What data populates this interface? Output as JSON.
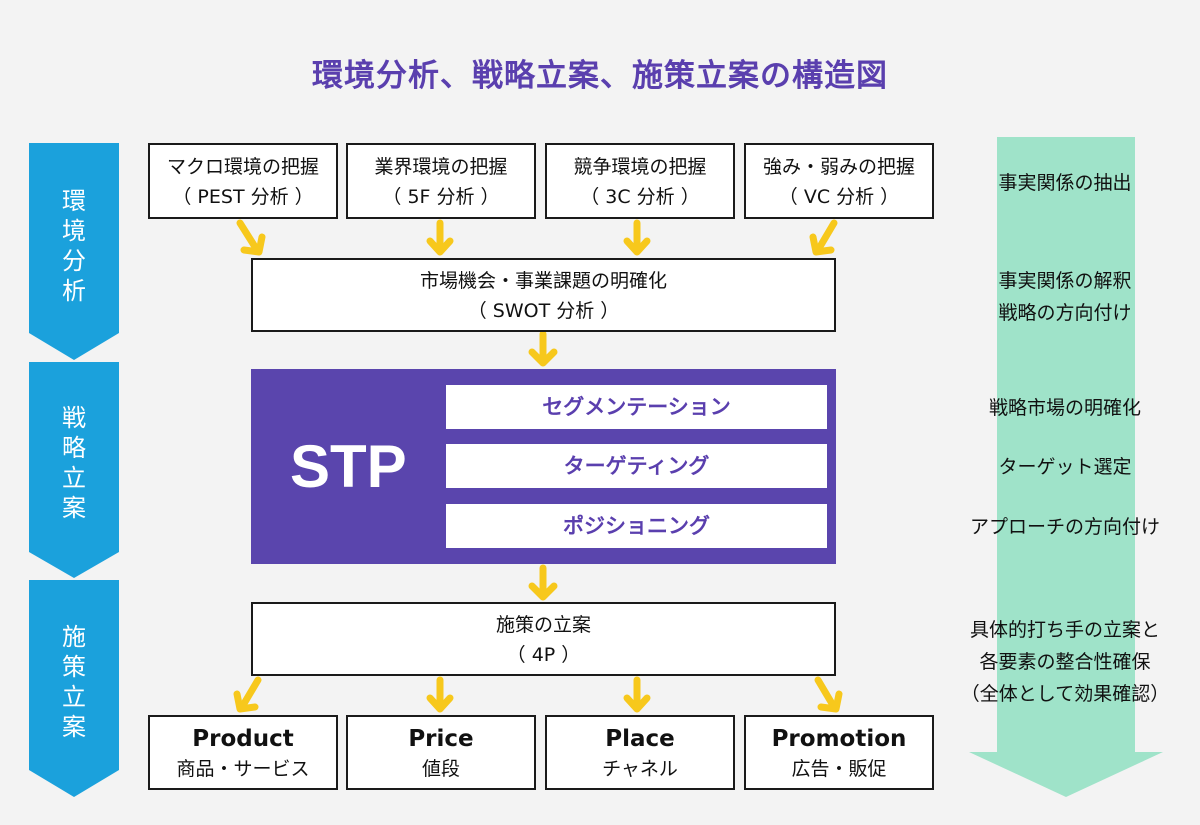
{
  "title": "環境分析、戦略立案、施策立案の構造図",
  "phases": [
    {
      "label": "環境分析"
    },
    {
      "label": "戦略立案"
    },
    {
      "label": "施策立案"
    }
  ],
  "env_boxes": [
    {
      "line1": "マクロ環境の把握",
      "line2": "（ PEST 分析 ）"
    },
    {
      "line1": "業界環境の把握",
      "line2": "（ 5F 分析 ）"
    },
    {
      "line1": "競争環境の把握",
      "line2": "（ 3C 分析 ）"
    },
    {
      "line1": "強み・弱みの把握",
      "line2": "（ VC 分析 ）"
    }
  ],
  "swot": {
    "line1": "市場機会・事業課題の明確化",
    "line2": "（ SWOT 分析 ）"
  },
  "stp": {
    "label": "STP",
    "steps": [
      "セグメンテーション",
      "ターゲティング",
      "ポジショニング"
    ]
  },
  "plan": {
    "line1": "施策の立案",
    "line2": "（ 4P ）"
  },
  "four_p": [
    {
      "en": "Product",
      "ja": "商品・サービス"
    },
    {
      "en": "Price",
      "ja": "値段"
    },
    {
      "en": "Place",
      "ja": "チャネル"
    },
    {
      "en": "Promotion",
      "ja": "広告・販促"
    }
  ],
  "notes": {
    "n1": "事実関係の抽出",
    "n2a": "事実関係の解釈",
    "n2b": "戦略の方向付け",
    "n3": "戦略市場の明確化",
    "n4": "ターゲット選定",
    "n5": "アプローチの方向付け",
    "n6a": "具体的打ち手の立案と",
    "n6b": "各要素の整合性確保",
    "n6c": "（全体として効果確認）"
  },
  "colors": {
    "title": "#5a3fae",
    "phase_arrow": "#1ba1dc",
    "stp_bg": "#5a45ad",
    "flow_arrow": "#f7c81c",
    "side_arrow": "#9fe3c9"
  }
}
